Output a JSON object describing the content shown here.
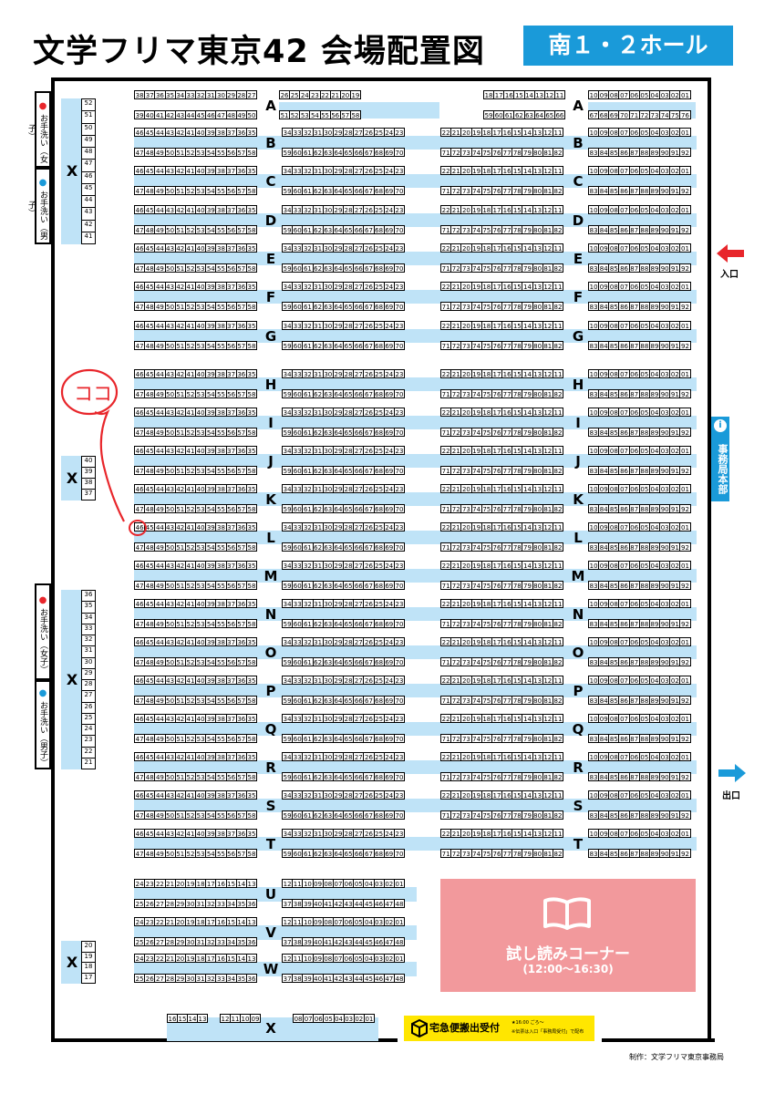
{
  "title": "文学フリマ東京42 会場配置図",
  "hall": "南１・２ホール",
  "entrance": "入口",
  "exit": "出口",
  "office": "事務局本部",
  "office_icon": "i",
  "trial": {
    "title": "試し読みコーナー",
    "time": "(12:00〜16:30)"
  },
  "delivery": {
    "title": "宅急便搬出受付",
    "note1": "★16:00 ごろ〜",
    "note2": "※伝票は入口「事務局受付」で配布"
  },
  "credit": "制作：文学フリマ東京事務局",
  "annotation": "ココ",
  "toilet_female": "お手洗い（女子）",
  "toilet_male": "お手洗い（男子）",
  "colors": {
    "accent": "#1a9ad9",
    "band": "#bfe3f7",
    "trial": "#f2999c",
    "delivery": "#ffe600",
    "entrance": "#e8262b",
    "ink": "#e8262b"
  },
  "x_label": "X",
  "x_groups": [
    {
      "cells": [
        "52",
        "51",
        "50",
        "49",
        "48",
        "47",
        "46",
        "45",
        "44",
        "43",
        "42",
        "41"
      ]
    },
    {
      "cells": [
        "40",
        "39",
        "38",
        "37"
      ]
    },
    {
      "cells": [
        "36",
        "35",
        "34",
        "33",
        "32",
        "31",
        "30",
        "29",
        "28",
        "27",
        "26",
        "25",
        "24",
        "23",
        "22",
        "21"
      ]
    },
    {
      "cells": [
        "20",
        "19",
        "18",
        "17"
      ]
    }
  ],
  "row_a": {
    "letter": "A",
    "top_blocks": [
      [
        "38",
        "37",
        "36",
        "35",
        "34",
        "33",
        "32",
        "31",
        "30",
        "29",
        "28",
        "27"
      ],
      [
        "26",
        "25",
        "24",
        "23",
        "22",
        "21",
        "20",
        "19"
      ],
      [
        "18",
        "17",
        "16",
        "15",
        "14",
        "13",
        "12",
        "11"
      ],
      [
        "10",
        "09",
        "08",
        "07",
        "06",
        "05",
        "04",
        "03",
        "02",
        "01"
      ]
    ],
    "bottom_blocks": [
      [
        "39",
        "40",
        "41",
        "42",
        "43",
        "44",
        "45",
        "46",
        "47",
        "48",
        "49",
        "50"
      ],
      [
        "51",
        "52",
        "53",
        "54",
        "55",
        "56",
        "57",
        "58"
      ],
      [
        "59",
        "60",
        "61",
        "62",
        "63",
        "64",
        "65",
        "66"
      ],
      [
        "67",
        "68",
        "69",
        "70",
        "71",
        "72",
        "73",
        "74",
        "75",
        "76"
      ]
    ]
  },
  "std_letters": [
    "B",
    "C",
    "D",
    "E",
    "F",
    "G",
    "H",
    "I",
    "J",
    "K",
    "L",
    "M",
    "N",
    "O",
    "P",
    "Q",
    "R",
    "S",
    "T"
  ],
  "std_blocks": {
    "top": [
      [
        "46",
        "45",
        "44",
        "43",
        "42",
        "41",
        "40",
        "39",
        "38",
        "37",
        "36",
        "35"
      ],
      [
        "34",
        "33",
        "32",
        "31",
        "30",
        "29",
        "28",
        "27",
        "26",
        "25",
        "24",
        "23"
      ],
      [
        "22",
        "21",
        "20",
        "19",
        "18",
        "17",
        "16",
        "15",
        "14",
        "13",
        "12",
        "11"
      ],
      [
        "10",
        "09",
        "08",
        "07",
        "06",
        "05",
        "04",
        "03",
        "02",
        "01"
      ]
    ],
    "bottom": [
      [
        "47",
        "48",
        "49",
        "50",
        "51",
        "52",
        "53",
        "54",
        "55",
        "56",
        "57",
        "58"
      ],
      [
        "59",
        "60",
        "61",
        "62",
        "63",
        "64",
        "65",
        "66",
        "67",
        "68",
        "69",
        "70"
      ],
      [
        "71",
        "72",
        "73",
        "74",
        "75",
        "76",
        "77",
        "78",
        "79",
        "80",
        "81",
        "82"
      ],
      [
        "83",
        "84",
        "85",
        "86",
        "87",
        "88",
        "89",
        "90",
        "91",
        "92"
      ]
    ]
  },
  "uvw_letters": [
    "U",
    "V",
    "W"
  ],
  "uvw_blocks": {
    "top": [
      [
        "24",
        "23",
        "22",
        "21",
        "20",
        "19",
        "18",
        "17",
        "16",
        "15",
        "14",
        "13"
      ],
      [
        "12",
        "11",
        "10",
        "09",
        "08",
        "07",
        "06",
        "05",
        "04",
        "03",
        "02",
        "01"
      ]
    ],
    "bottom": [
      [
        "25",
        "26",
        "27",
        "28",
        "29",
        "30",
        "31",
        "32",
        "33",
        "34",
        "35",
        "36"
      ],
      [
        "37",
        "38",
        "39",
        "40",
        "41",
        "42",
        "43",
        "44",
        "45",
        "46",
        "47",
        "48"
      ]
    ]
  },
  "bottom_x": {
    "letter": "X",
    "blocks": [
      [
        "16",
        "15",
        "14",
        "13"
      ],
      [
        "12",
        "11",
        "10",
        "09"
      ],
      [
        "08",
        "07",
        "06",
        "05",
        "04",
        "03",
        "02",
        "01"
      ]
    ]
  }
}
